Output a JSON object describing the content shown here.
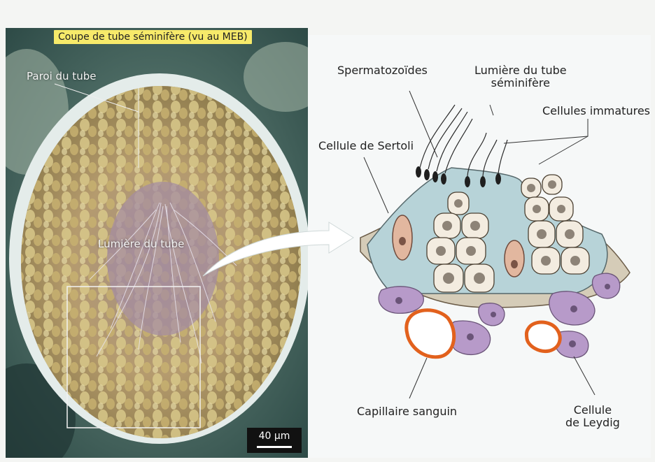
{
  "sem_panel": {
    "title": "Coupe de tube séminifère (vu au MEB)",
    "label_wall": "Paroi du tube",
    "label_lumen": "Lumière du tube",
    "scale_bar": "40 µm"
  },
  "schema": {
    "spermatozoa": "Spermatozoïdes",
    "lumen": "Lumière du tube\nséminifère",
    "immature_cells": "Cellules immatures",
    "sertoli": "Cellule de Sertoli",
    "capillary": "Capillaire sanguin",
    "leydig": "Cellule\nde Leydig"
  },
  "colors": {
    "title_bg": "#f7ea6a",
    "sertoli_fill": "#b7d3d8",
    "capillary": "#e2611d",
    "leydig": "#b79ac9"
  }
}
